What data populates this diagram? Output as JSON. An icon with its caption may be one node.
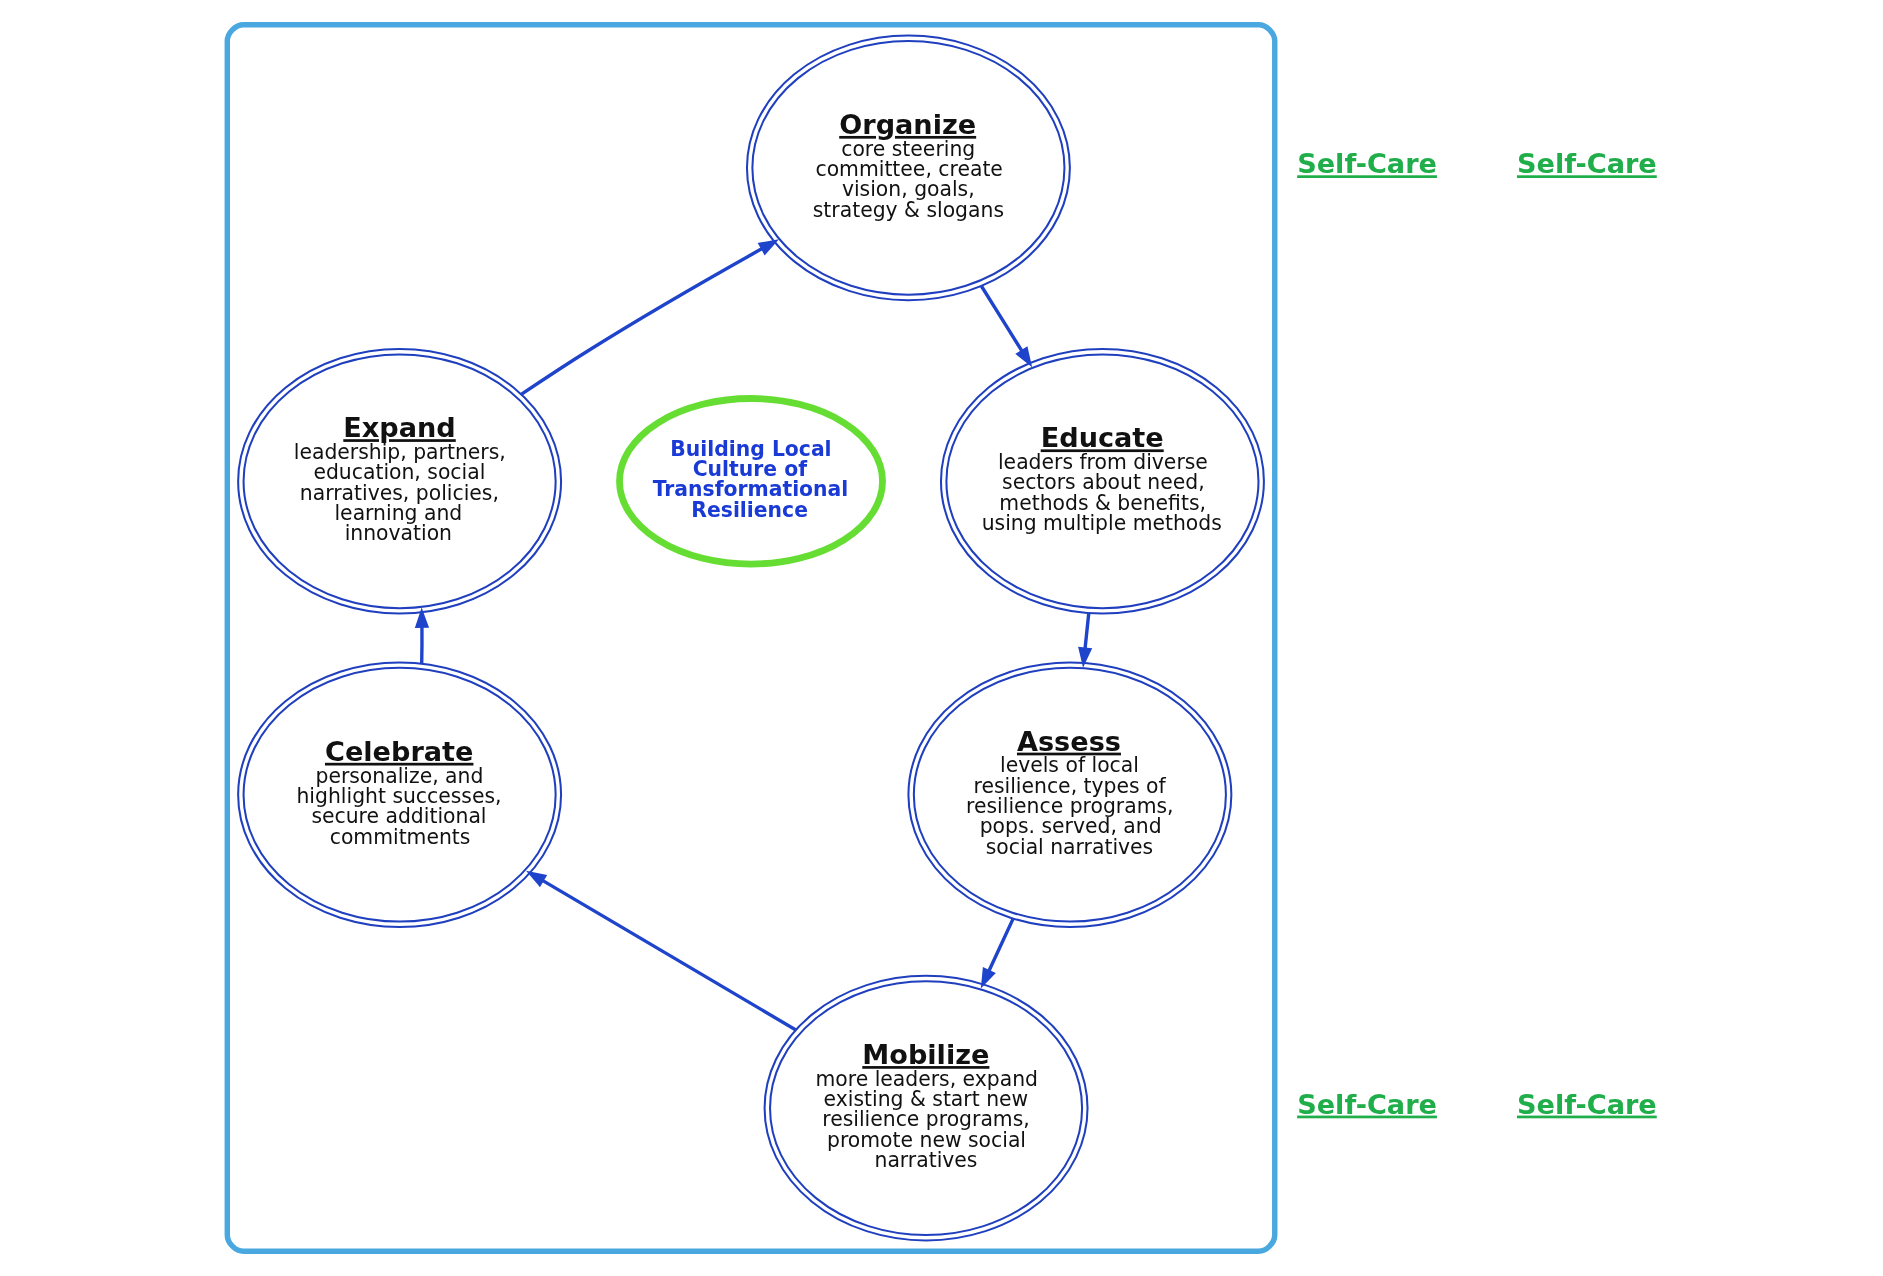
{
  "diagram": {
    "nodes": [
      {
        "text": [],
        "shape": "ellipse"
      },
      {
        "text": [
          "Organize",
          "core steering committee, create vision, goals, strategy & slogans"
        ],
        "in": 0
      },
      {
        "text": [
          "Educate",
          "leaders from diverse sectors about need, methods & benefits, using multiple methods"
        ],
        "in": 0
      },
      {
        "text": [
          "Assess",
          "levels of local resilience, types of resilience programs, pops. served, and social narratives"
        ],
        "in": 0
      },
      {
        "text": [
          "Mobilize",
          "more leaders, expand existing & start new resilience programs, promote new social narratives"
        ],
        "in": 0
      },
      {
        "text": [
          "Celebrate",
          "personalize, and highlight successes, secure additional commitments"
        ],
        "in": 0
      },
      {
        "text": [
          "Expand",
          "leadership, partners, education, social narratives, policies, learning and innovation"
        ],
        "in": 0
      },
      {
        "text": [
          "Building Local Culture of Transformational Resilience"
        ],
        "in": 0
      }
    ],
    "edges": [
      {
        "from": 1,
        "to": 2,
        "arrow": "to"
      },
      {
        "from": 2,
        "to": 3,
        "arrow": "to"
      },
      {
        "from": 3,
        "to": 4,
        "arrow": "to"
      },
      {
        "from": 4,
        "to": 5,
        "arrow": "to"
      },
      {
        "from": 5,
        "to": 6,
        "arrow": "to"
      },
      {
        "from": 6,
        "to": 1,
        "arrow": "to"
      }
    ],
    "labels": [
      "Self-Care",
      "Self-Care",
      "Self-Care",
      "Self-Care"
    ]
  }
}
